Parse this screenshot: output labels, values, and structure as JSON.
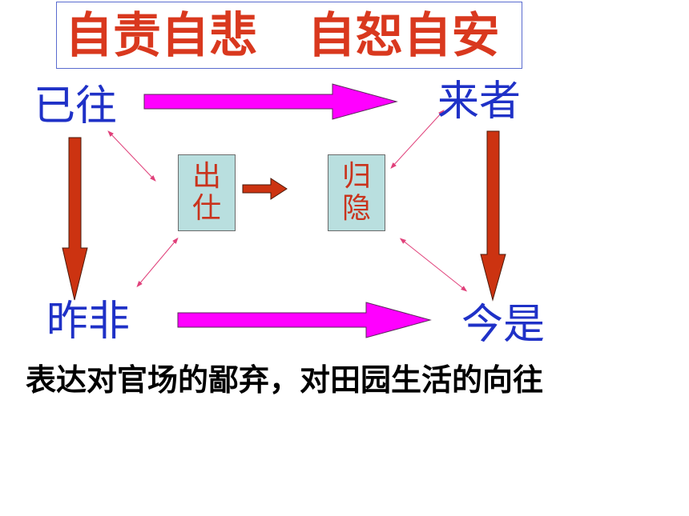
{
  "title": "自责自悲   自恕自安",
  "corners": {
    "top_left": "已往",
    "top_right": "来者",
    "bottom_left": "昨非",
    "bottom_right": "今是"
  },
  "mid_boxes": {
    "left": "出仕",
    "right": "归隐"
  },
  "conclusion": "表达对官场的鄙弃，对田园生活的向往",
  "colors": {
    "title": "#d9381e",
    "corner_text": "#1f31c7",
    "magenta_arrow": "#ff00ff",
    "red_arrow": "#cc3311",
    "box_fill": "#b9dfdf",
    "connector": "#e0407a"
  }
}
